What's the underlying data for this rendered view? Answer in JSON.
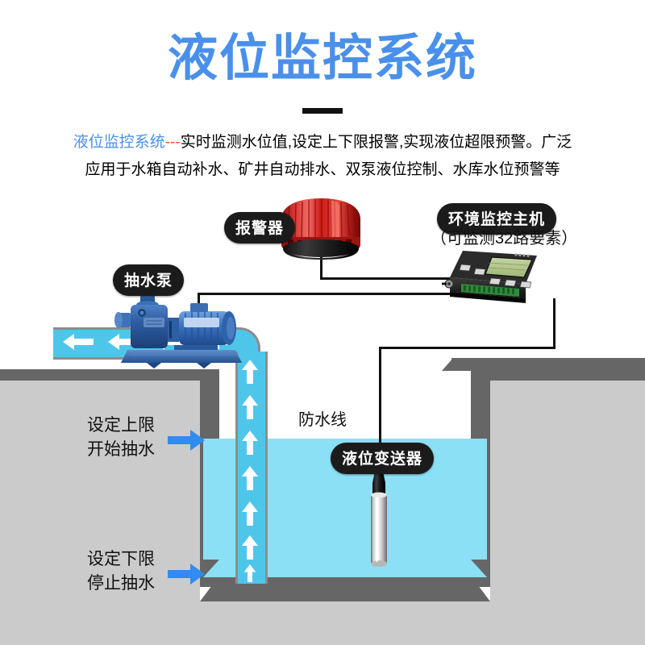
{
  "header": {
    "title": "液位监控系统",
    "subtitle_highlight": "液位监控系统",
    "subtitle_dash": "---",
    "subtitle_line1": "实时监测水位值,设定上下限报警,实现液位超限预警。广泛",
    "subtitle_line2": "应用于水箱自动补水、矿井自动排水、双泵液位控制、水库水位预警等",
    "title_color": "#4a90ea"
  },
  "labels": {
    "alarm": "报警器",
    "host": "环境监控主机",
    "host_note": "（可监测32路要素）",
    "pump": "抽水泵",
    "waterproof_line": "防水线",
    "transmitter": "液位变送器",
    "upper_limit_line1": "设定上限",
    "upper_limit_line2": "开始抽水",
    "lower_limit_line1": "设定下限",
    "lower_limit_line2": "停止抽水"
  },
  "icons": {
    "pipe_flow_out": "arrow-left-icon",
    "pipe_flow_up": "arrow-up-icon",
    "callout": "arrow-right-icon"
  },
  "colors": {
    "accent_blue": "#4a90ea",
    "water": "#8ce0f5",
    "pipe": "#4ec6ea",
    "soil": "#cbcbcb",
    "concrete": "#666666",
    "alarm_red": "#cf1a16",
    "device_black": "#1b1b1b",
    "terminal_green": "#2e8b3a"
  }
}
